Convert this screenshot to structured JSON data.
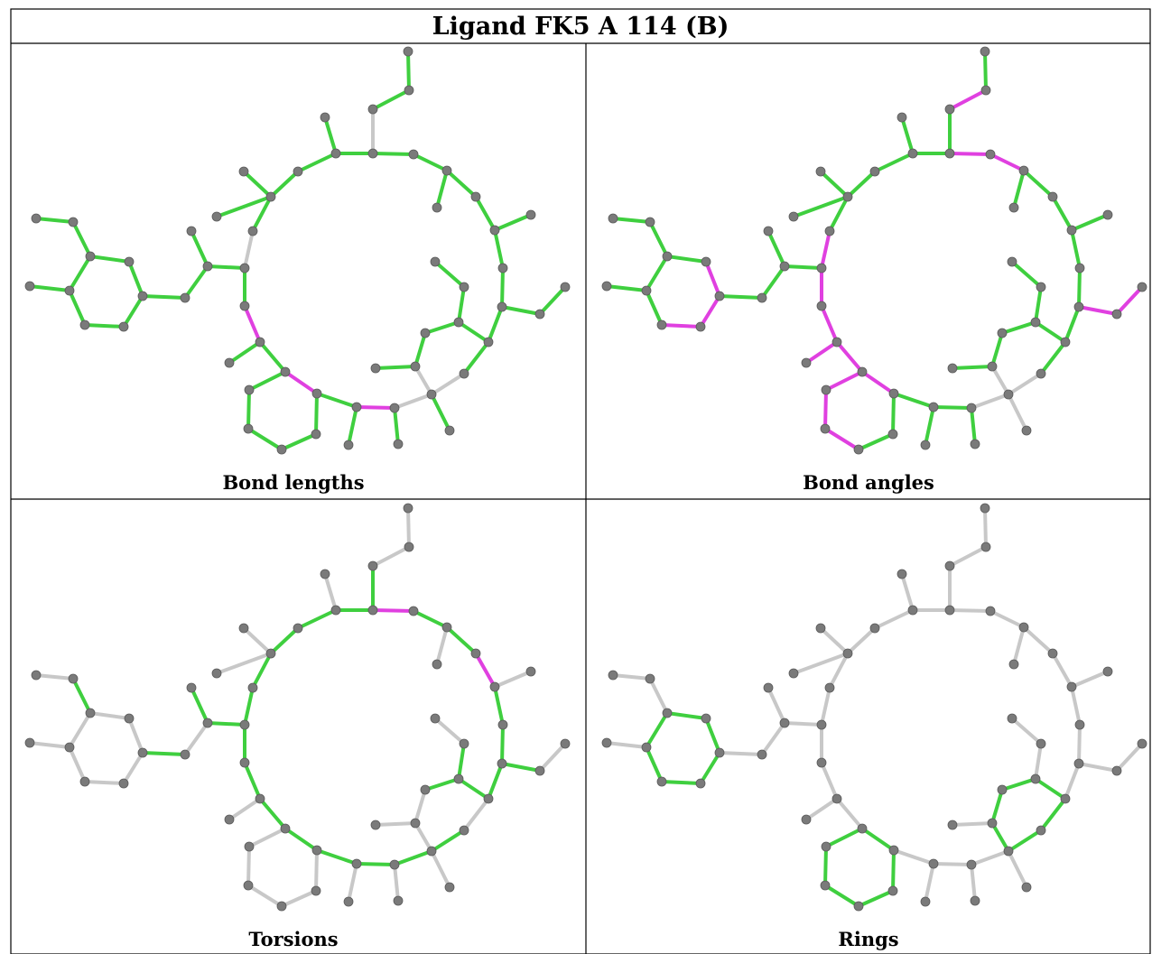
{
  "title": "Ligand FK5 A 114 (B)",
  "panels": [
    {
      "id": "bond-lengths",
      "label": "Bond lengths"
    },
    {
      "id": "bond-angles",
      "label": "Bond angles"
    },
    {
      "id": "torsions",
      "label": "Torsions"
    },
    {
      "id": "rings",
      "label": "Rings"
    }
  ],
  "colors": {
    "ok": "#3fcf3f",
    "outlier": "#e040e0",
    "unassessed": "#c8c8c8",
    "atom": "#7a7a7a",
    "border": "#000000"
  }
}
